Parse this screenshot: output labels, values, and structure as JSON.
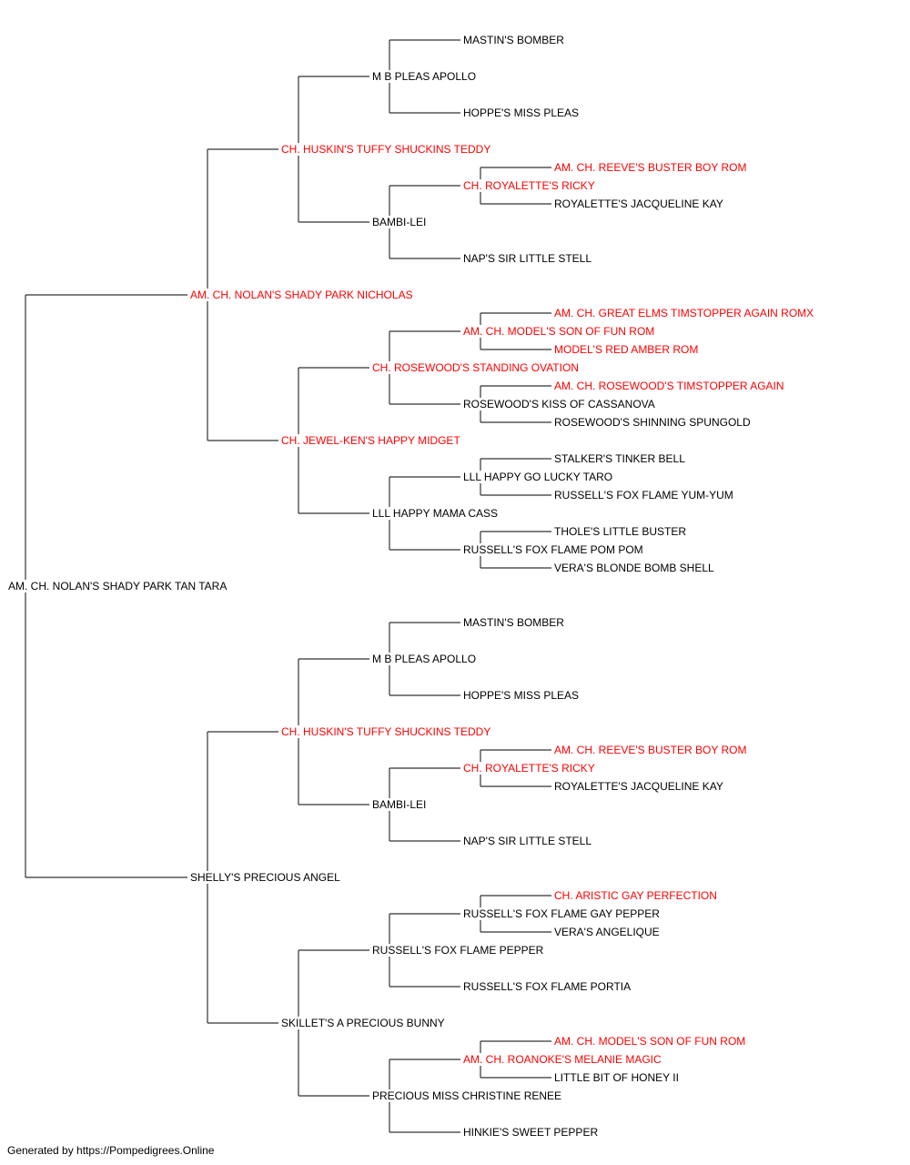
{
  "colors": {
    "champion": "#ff0000",
    "normal": "#000000",
    "line": "#333333"
  },
  "pedigree": {
    "name": "AM. CH. NOLAN'S SHADY PARK TAN TARA",
    "champion": false,
    "sire": {
      "name": "AM. CH. NOLAN'S SHADY PARK NICHOLAS",
      "champion": true,
      "sire": {
        "name": "CH. HUSKIN'S TUFFY SHUCKINS TEDDY",
        "champion": true,
        "sire": {
          "name": "M B PLEAS APOLLO",
          "champion": false,
          "sire": {
            "name": "MASTIN'S BOMBER",
            "champion": false
          },
          "dam": {
            "name": "HOPPE'S MISS PLEAS",
            "champion": false
          }
        },
        "dam": {
          "name": "BAMBI-LEI",
          "champion": false,
          "sire": {
            "name": "CH. ROYALETTE'S RICKY",
            "champion": true,
            "sire": {
              "name": "AM. CH. REEVE'S BUSTER BOY ROM",
              "champion": true
            },
            "dam": {
              "name": "ROYALETTE'S JACQUELINE KAY",
              "champion": false
            }
          },
          "dam": {
            "name": "NAP'S SIR LITTLE STELL",
            "champion": false
          }
        }
      },
      "dam": {
        "name": "CH. JEWEL-KEN'S HAPPY MIDGET",
        "champion": true,
        "sire": {
          "name": "CH. ROSEWOOD'S STANDING OVATION",
          "champion": true,
          "sire": {
            "name": "AM. CH. MODEL'S SON OF FUN ROM",
            "champion": true,
            "sire": {
              "name": "AM. CH. GREAT ELMS TIMSTOPPER AGAIN ROMX",
              "champion": true
            },
            "dam": {
              "name": "MODEL'S RED AMBER ROM",
              "champion": true
            }
          },
          "dam": {
            "name": "ROSEWOOD'S KISS OF CASSANOVA",
            "champion": false,
            "sire": {
              "name": "AM. CH. ROSEWOOD'S TIMSTOPPER AGAIN",
              "champion": true
            },
            "dam": {
              "name": "ROSEWOOD'S SHINNING SPUNGOLD",
              "champion": false
            }
          }
        },
        "dam": {
          "name": "LLL HAPPY MAMA CASS",
          "champion": false,
          "sire": {
            "name": "LLL HAPPY GO LUCKY TARO",
            "champion": false,
            "sire": {
              "name": "STALKER'S TINKER BELL",
              "champion": false
            },
            "dam": {
              "name": "RUSSELL'S FOX FLAME YUM-YUM",
              "champion": false
            }
          },
          "dam": {
            "name": "RUSSELL'S FOX FLAME POM POM",
            "champion": false,
            "sire": {
              "name": "THOLE'S LITTLE BUSTER",
              "champion": false
            },
            "dam": {
              "name": "VERA'S BLONDE BOMB SHELL",
              "champion": false
            }
          }
        }
      }
    },
    "dam": {
      "name": "SHELLY'S PRECIOUS ANGEL",
      "champion": false,
      "sire": {
        "name": "CH. HUSKIN'S TUFFY SHUCKINS TEDDY",
        "champion": true,
        "sire": {
          "name": "M B PLEAS APOLLO",
          "champion": false,
          "sire": {
            "name": "MASTIN'S BOMBER",
            "champion": false
          },
          "dam": {
            "name": "HOPPE'S MISS PLEAS",
            "champion": false
          }
        },
        "dam": {
          "name": "BAMBI-LEI",
          "champion": false,
          "sire": {
            "name": "CH. ROYALETTE'S RICKY",
            "champion": true,
            "sire": {
              "name": "AM. CH. REEVE'S BUSTER BOY ROM",
              "champion": true
            },
            "dam": {
              "name": "ROYALETTE'S JACQUELINE KAY",
              "champion": false
            }
          },
          "dam": {
            "name": "NAP'S SIR LITTLE STELL",
            "champion": false
          }
        }
      },
      "dam": {
        "name": "SKILLET'S A PRECIOUS BUNNY",
        "champion": false,
        "sire": {
          "name": "RUSSELL'S FOX FLAME PEPPER",
          "champion": false,
          "sire": {
            "name": "RUSSELL'S FOX FLAME GAY PEPPER",
            "champion": false,
            "sire": {
              "name": "CH. ARISTIC GAY PERFECTION",
              "champion": true
            },
            "dam": {
              "name": "VERA'S ANGELIQUE",
              "champion": false
            }
          },
          "dam": {
            "name": "RUSSELL'S FOX FLAME PORTIA",
            "champion": false
          }
        },
        "dam": {
          "name": "PRECIOUS MISS CHRISTINE RENEE",
          "champion": false,
          "sire": {
            "name": "AM. CH. ROANOKE'S MELANIE MAGIC",
            "champion": true,
            "sire": {
              "name": "AM. CH. MODEL'S SON OF FUN ROM",
              "champion": true
            },
            "dam": {
              "name": "LITTLE BIT OF HONEY II",
              "champion": false
            }
          },
          "dam": {
            "name": "HINKIE'S SWEET PEPPER",
            "champion": false
          }
        }
      }
    }
  },
  "footer": {
    "text": "Generated by https://Pompedigrees.Online"
  }
}
